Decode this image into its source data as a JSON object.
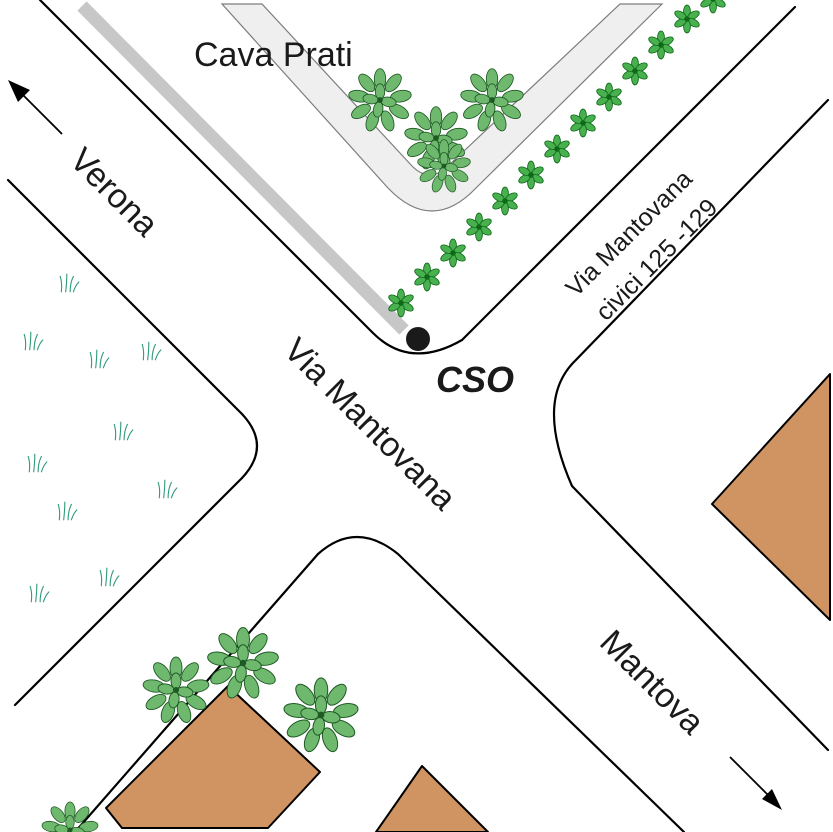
{
  "labels": {
    "cava_prati": "Cava Prati",
    "verona": "Verona",
    "via_mantovana_main": "Via Mantovana",
    "via_mantovana_side_line1": "Via Mantovana",
    "via_mantovana_side_line2": "civici 125 -129",
    "mantova": "Mantova",
    "cso": "CSO"
  },
  "colors": {
    "building": "#cf9462",
    "tree_fill": "#6fb96f",
    "hedge_fill": "#49b04f",
    "grass": "#2f9a7a",
    "cava_fill": "#efefef",
    "path": "#c7c7c7",
    "marker": "#1a1a1a"
  },
  "icons": {
    "north_west_arrow": "arrow-up-left-icon",
    "south_east_arrow": "arrow-down-right-icon",
    "cso_marker": "dot-marker-icon"
  }
}
